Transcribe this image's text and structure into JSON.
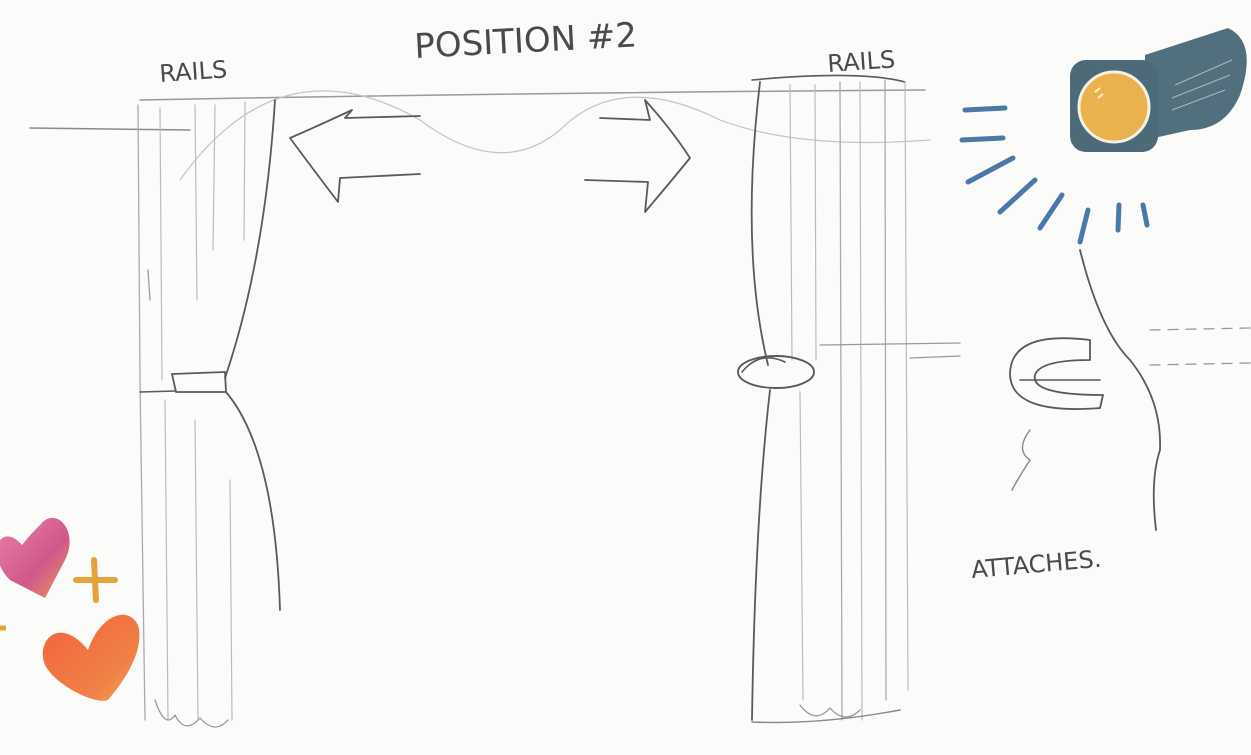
{
  "sketch": {
    "title": "POSITION #2",
    "label_rails_left": "RAILS",
    "label_rails_right": "RAILS",
    "label_attaches": "ATTACHES."
  },
  "stickers": {
    "spotlight_icon": "spotlight-icon",
    "hearts_icon": "hearts-icon",
    "colors": {
      "spotlight_body": "#526f7d",
      "spotlight_lens": "#e9b24f",
      "rays": "#4a78a8",
      "heart_pink": "#d65a8d",
      "heart_orange": "#ef6a3a",
      "sparkle": "#e5a43a"
    }
  }
}
